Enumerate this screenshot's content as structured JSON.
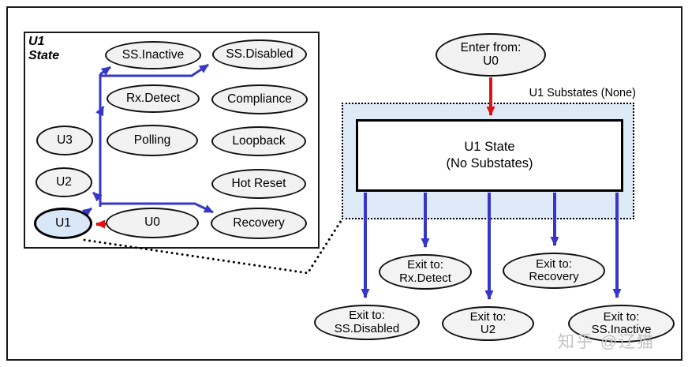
{
  "colors": {
    "transition_blue": "#3636c8",
    "transition_red": "#e01212",
    "substate_box_fill": "#dfeaf8",
    "state_ellipse_fill": "#f2f2f2",
    "highlight_state_fill": "#d9e7f8",
    "watermark_gray": "#c3c3c3"
  },
  "left_panel": {
    "title_line1": "U1",
    "title_line2": "State",
    "states": [
      {
        "label": "SS.Inactive"
      },
      {
        "label": "SS.Disabled"
      },
      {
        "label": "Rx.Detect"
      },
      {
        "label": "Compliance"
      },
      {
        "label": "U3"
      },
      {
        "label": "Polling"
      },
      {
        "label": "Loopback"
      },
      {
        "label": "U2"
      },
      {
        "label": "Hot Reset"
      },
      {
        "label": "U1"
      },
      {
        "label": "U0"
      },
      {
        "label": "Recovery"
      }
    ]
  },
  "detail": {
    "enter": {
      "line1": "Enter from:",
      "line2": "U0"
    },
    "substates_label": "U1 Substates (None)",
    "main_box": {
      "line1": "U1 State",
      "line2": "(No Substates)"
    },
    "exits": [
      {
        "line1": "Exit to:",
        "line2": "SS.Disabled"
      },
      {
        "line1": "Exit to:",
        "line2": "Rx.Detect"
      },
      {
        "line1": "Exit to:",
        "line2": "U2"
      },
      {
        "line1": "Exit to:",
        "line2": "Recovery"
      },
      {
        "line1": "Exit to:",
        "line2": "SS.Inactive"
      }
    ]
  },
  "watermark": "知乎 @辽猫"
}
